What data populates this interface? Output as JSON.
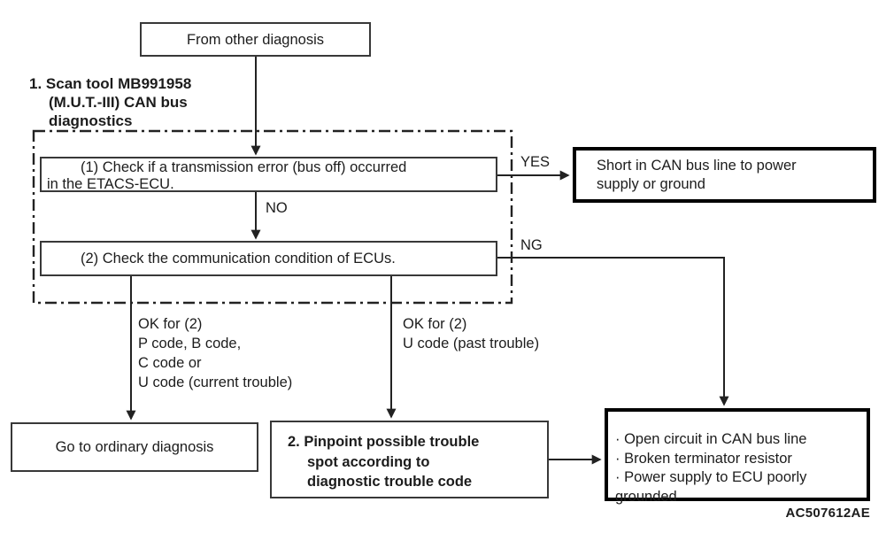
{
  "diagram": {
    "start": {
      "label": "From other diagnosis"
    },
    "step1_note": {
      "lines": [
        "1. Scan tool MB991958",
        "(M.U.T.-III) CAN bus",
        "diagnostics"
      ]
    },
    "check1": {
      "lines": [
        "(1) Check if a transmission error (bus off) occurred",
        "in the ETACS-ECU."
      ]
    },
    "check2": {
      "label": "(2) Check the communication condition of ECUs."
    },
    "short_result": {
      "lines": [
        "Short in CAN bus line to power",
        "supply or ground"
      ]
    },
    "goto_ordinary": {
      "label": "Go to ordinary diagnosis"
    },
    "pinpoint": {
      "lines": [
        "2. Pinpoint possible trouble",
        "spot according to",
        "diagnostic trouble code"
      ]
    },
    "causes": {
      "lines": [
        "· Open circuit in CAN bus line",
        "· Broken terminator resistor",
        "· Power supply to ECU poorly grounded"
      ]
    },
    "edges": {
      "yes": "YES",
      "no": "NO",
      "ng": "NG",
      "ok_current": {
        "lines": [
          "OK for (2)",
          "P code, B code,",
          "C code or",
          "U code (current trouble)"
        ]
      },
      "ok_past": {
        "lines": [
          "OK for (2)",
          "U code (past trouble)"
        ]
      }
    },
    "figure_code": "AC507612AE",
    "colors": {
      "ink": "#1c1c1c",
      "line": "#222222",
      "background": "#ffffff"
    }
  }
}
